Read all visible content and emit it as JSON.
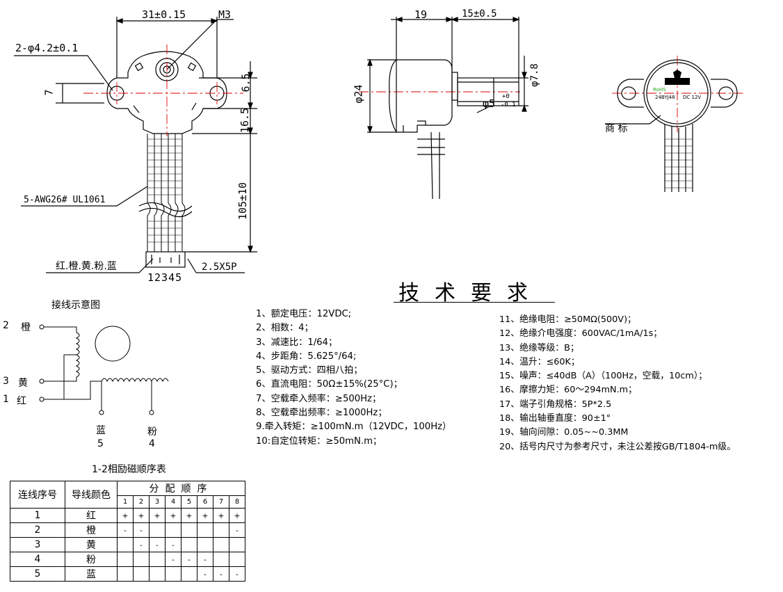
{
  "drawing": {
    "dim_width": "31±0.15",
    "dim_thread": "M3",
    "dim_holes": "2-φ4.2±0.1",
    "dim_seven": "7",
    "dim_65": "6.5",
    "dim_165": "16.5",
    "dim_wire_len": "105±10",
    "wire_spec": "5-AWG26# UL1061",
    "wire_colors": "红.橙.黄.粉.蓝",
    "pin_numbers": "12345",
    "connector_pitch": "2.5X5P",
    "dim_19": "19",
    "dim_15": "15±0.5",
    "dim_dia24": "φ24",
    "dim_dia78": "φ7.8",
    "dim_shaft": "φ5",
    "dim_shaft_tol_plus": "+0",
    "dim_shaft_tol_minus": "-0.1",
    "trademark_label": "商 标",
    "label_model": "24BYJ48",
    "label_voltage": "DC 12V",
    "label_rohs": "RoHS"
  },
  "wiring": {
    "title": "接线示意图",
    "terminals": [
      {
        "num": "2",
        "color": "橙"
      },
      {
        "num": "3",
        "color": "黄"
      },
      {
        "num": "1",
        "color": "红"
      }
    ],
    "bottom": [
      {
        "color": "蓝",
        "num": "5"
      },
      {
        "color": "粉",
        "num": "4"
      }
    ]
  },
  "specs": {
    "title": "技术要求",
    "left": [
      "1、额定电压：12VDC;",
      "2、相数：4；",
      "3、减速比：1/64；",
      "4、步距角：5.625°/64;",
      "5、驱动方式：四相八拍；",
      "6、直流电阻：50Ω±15%(25°C)；",
      "7、空载牵入频率：≥500Hz；",
      "8、空载牵出频率：≥1000Hz；",
      "9.牵入转矩：≥100mN.m（12VDC，100Hz）",
      "10:自定位转矩：≥50mN.m；"
    ],
    "right": [
      "11、绝缘电阻：≥50MΩ(500V)；",
      "12、绝缘介电强度：600VAC/1mA/1s；",
      "13、绝缘等级：B；",
      "14、温升：≤60K；",
      "15、噪声：≤40dB（A）（100Hz，空载，10cm）；",
      "16、摩擦力矩：60～294mN.m；",
      "17、端子引角规格：5P*2.5",
      "18、输出轴垂直度：90±1°",
      "19、轴向间隙：0.05~~0.3MM",
      "20、括号内尺寸为参考尺寸，未注公差按GB/T1804-m级。"
    ]
  },
  "sequence_table": {
    "title": "1-2相励磁顺序表",
    "col_wire_no": "连线序号",
    "col_wire_color": "导线颜色",
    "col_sequence": "分配顺序",
    "steps": [
      "1",
      "2",
      "3",
      "4",
      "5",
      "6",
      "7",
      "8"
    ],
    "rows": [
      {
        "no": "1",
        "color": "红",
        "marks": [
          "+",
          "+",
          "+",
          "+",
          "+",
          "+",
          "+",
          "+"
        ]
      },
      {
        "no": "2",
        "color": "橙",
        "marks": [
          "-",
          "-",
          "",
          "",
          "",
          "",
          "",
          "-"
        ]
      },
      {
        "no": "3",
        "color": "黄",
        "marks": [
          "",
          "-",
          "-",
          "-",
          "",
          "",
          "",
          ""
        ]
      },
      {
        "no": "4",
        "color": "粉",
        "marks": [
          "",
          "",
          "",
          "-",
          "-",
          "-",
          "",
          ""
        ]
      },
      {
        "no": "5",
        "color": "蓝",
        "marks": [
          "",
          "",
          "",
          "",
          "",
          "-",
          "-",
          "-"
        ]
      }
    ]
  }
}
